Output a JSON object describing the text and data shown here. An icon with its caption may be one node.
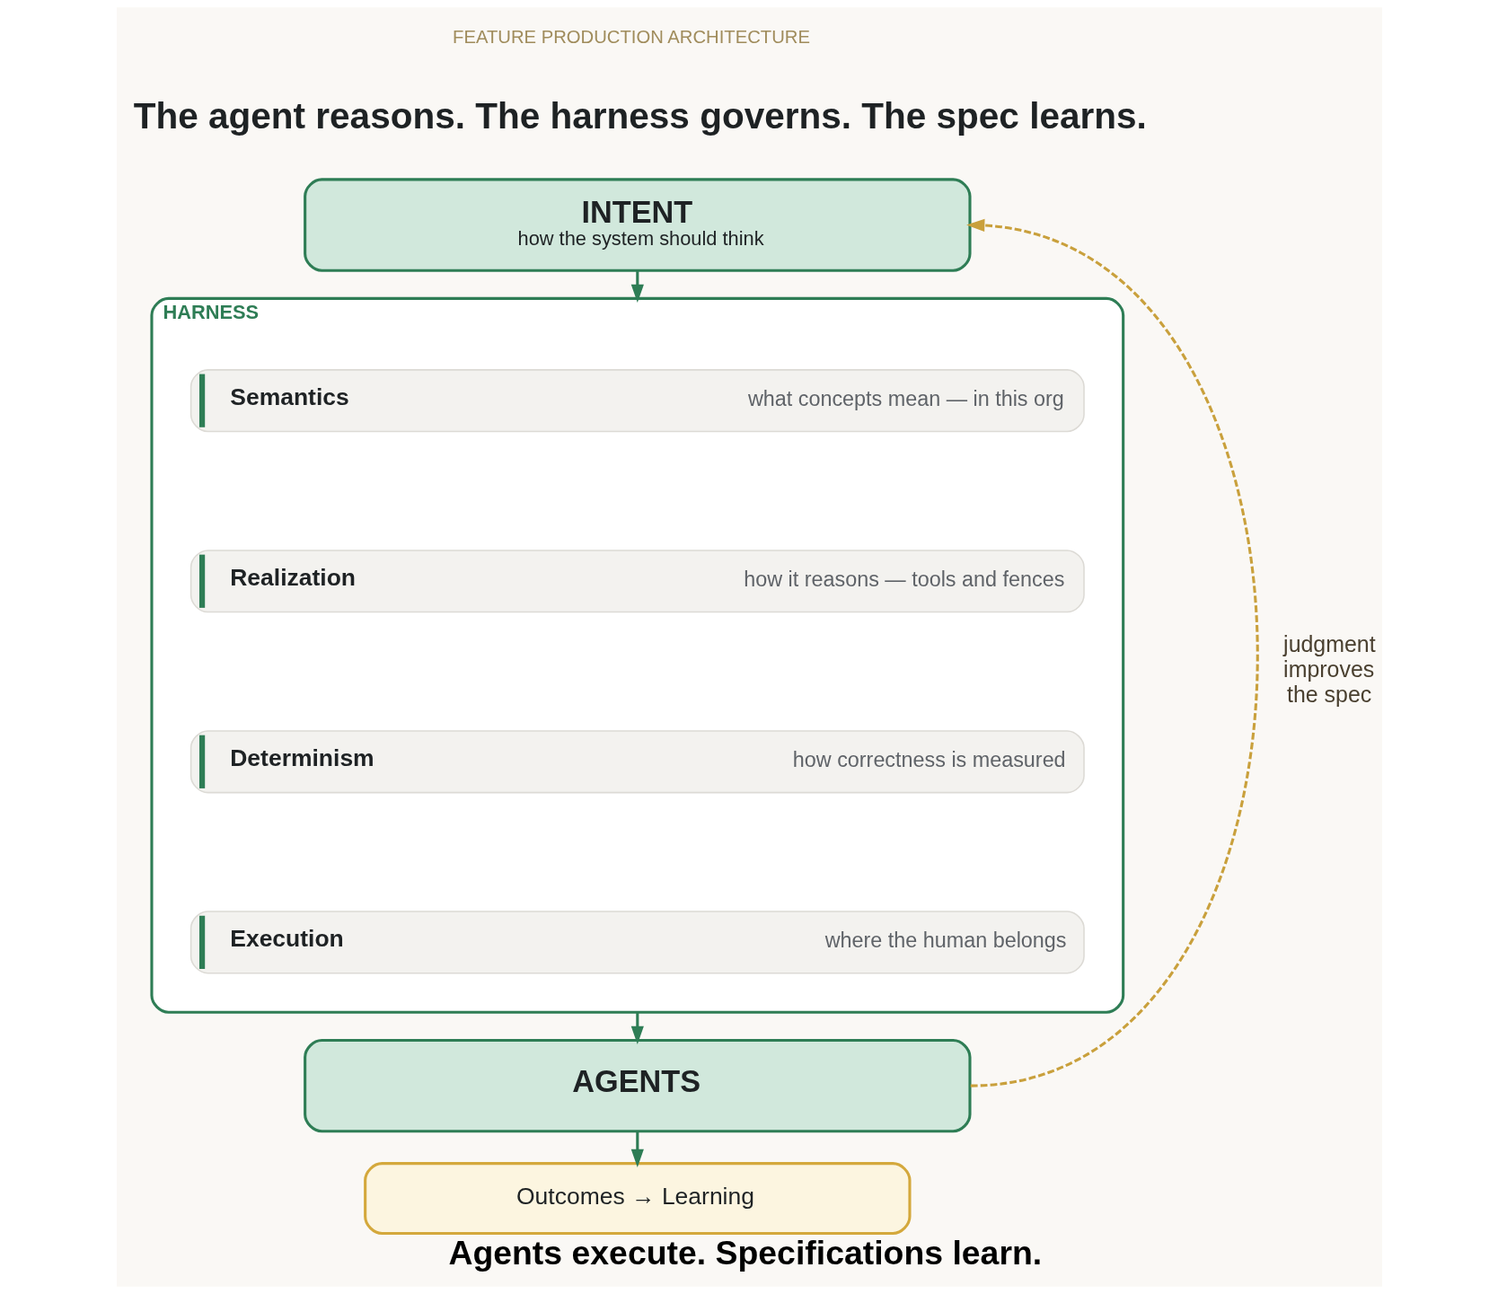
{
  "diagram": {
    "title": "The agent reasons. The harness governs. The spec learns.",
    "caption": "Agents execute. Specifications learn.",
    "nodes": [
      {
        "text": [
          "INTENT",
          "how the system should think"
        ]
      },
      {
        "text": [
          "HARNESS"
        ]
      },
      {
        "text": [
          "Semantics",
          "what concepts mean — in this org"
        ],
        "in": 1
      },
      {
        "text": [
          "Realization",
          "how it reasons — tools and fences"
        ],
        "in": 1
      },
      {
        "text": [
          "Determinism",
          "how correctness is measured"
        ],
        "in": 1
      },
      {
        "text": [
          "Execution",
          "where the human belongs"
        ],
        "in": 1
      },
      {
        "text": [
          "AGENTS"
        ]
      },
      {
        "text": [
          "Outcomes → Learning"
        ]
      }
    ],
    "edges": [
      {
        "from": 0,
        "to": 1,
        "arrow": "to"
      },
      {
        "from": 1,
        "to": 6,
        "arrow": "to"
      },
      {
        "from": 6,
        "to": 7,
        "arrow": "to"
      },
      {
        "from": 6,
        "to": 0,
        "arrow": "to",
        "style": "dashed",
        "color": "#c9a03c",
        "label": "judgment improves the spec"
      }
    ],
    "labels": [
      "FEATURE PRODUCTION ARCHITECTURE"
    ]
  }
}
